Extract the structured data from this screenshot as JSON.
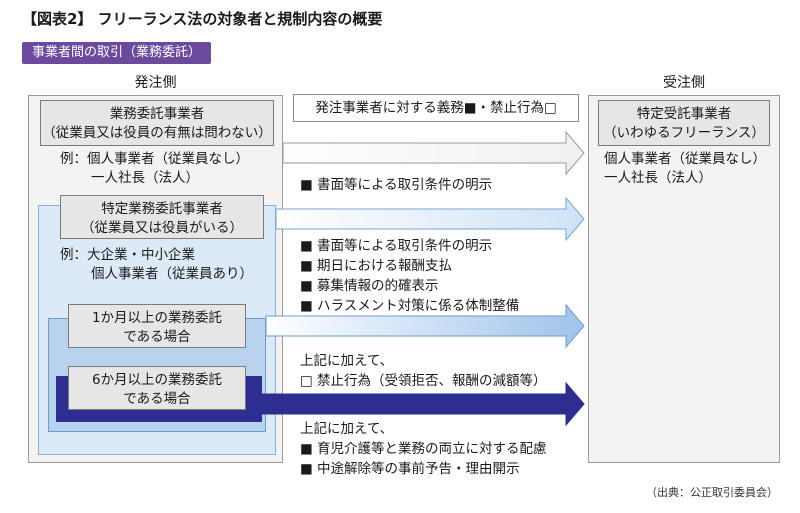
{
  "title": "【図表2】 フリーランス法の対象者と規制内容の概要",
  "banner": "事業者間の取引（業務委託）",
  "left_column_header": "発注側",
  "right_column_header": "受注側",
  "outsourcer": {
    "label_line1": "業務委託事業者",
    "label_line2": "（従業員又は役員の有無は問わない）",
    "example_line1": "例：個人事業者（従業員なし）",
    "example_line2": "一人社長（法人）"
  },
  "specific_outsourcer": {
    "label_line1": "特定業務委託事業者",
    "label_line2": "（従業員又は役員がいる）",
    "example_line1": "例：大企業・中小企業",
    "example_line2": "個人事業者（従業員あり）"
  },
  "one_month": {
    "line1": "1か月以上の業務委託",
    "line2": "である場合"
  },
  "six_month": {
    "line1": "6か月以上の業務委託",
    "line2": "である場合"
  },
  "duty_header": "発注事業者に対する義務■・禁止行為□",
  "duties_1": [
    "■ 書面等による取引条件の明示"
  ],
  "duties_2": [
    "■ 書面等による取引条件の明示",
    "■ 期日における報酬支払",
    "■ 募集情報の的確表示",
    "■ ハラスメント対策に係る体制整備"
  ],
  "duties_3_intro": "上記に加えて、",
  "duties_3": [
    "□ 禁止行為（受領拒否、報酬の減額等）"
  ],
  "duties_4_intro": "上記に加えて、",
  "duties_4": [
    "■ 育児介護等と業務の両立に対する配慮",
    "■ 中途解除等の事前予告・理由開示"
  ],
  "freelancer": {
    "label_line1": "特定受託事業者",
    "label_line2": "（いわゆるフリーランス）",
    "example_line1": "個人事業者（従業員なし）",
    "example_line2": "一人社長（法人）"
  },
  "source": "（出典：公正取引委員会）",
  "colors": {
    "banner": "#6b4a9e",
    "light_blue": "#dce9f7",
    "mid_blue": "#b9d3ef",
    "dark_blue": "#2d2e8f",
    "gray_box": "#e6e6e6"
  }
}
